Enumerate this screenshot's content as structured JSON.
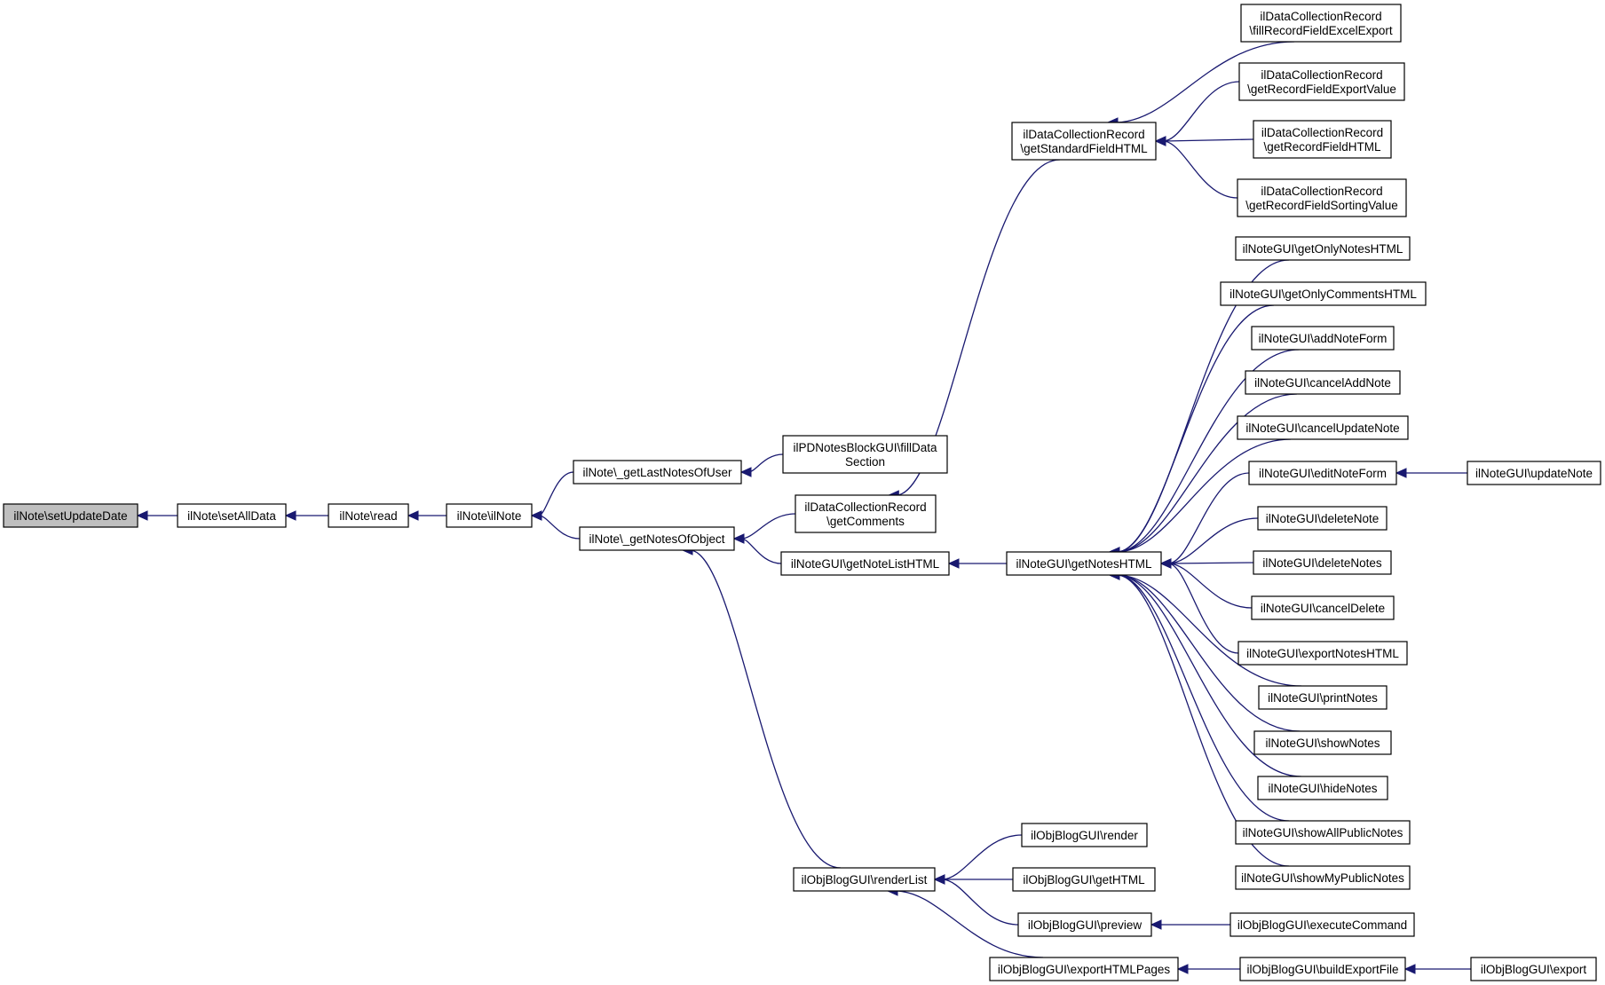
{
  "colors": {
    "edge": "#191970",
    "node_fill": "#ffffff",
    "root_fill": "#bfbfbf",
    "border": "#000000"
  },
  "nodes": [
    {
      "id": "n1",
      "lines": [
        "ilNote\\setUpdateDate"
      ],
      "root": true
    },
    {
      "id": "n2",
      "lines": [
        "ilNote\\setAllData"
      ]
    },
    {
      "id": "n3",
      "lines": [
        "ilNote\\read"
      ]
    },
    {
      "id": "n4",
      "lines": [
        "ilNote\\ilNote"
      ]
    },
    {
      "id": "n5",
      "lines": [
        "ilNote\\_getLastNotesOfUser"
      ]
    },
    {
      "id": "n6",
      "lines": [
        "ilNote\\_getNotesOfObject"
      ]
    },
    {
      "id": "n7",
      "lines": [
        "ilPDNotesBlockGUI\\fillData",
        "Section"
      ]
    },
    {
      "id": "n8",
      "lines": [
        "ilDataCollectionRecord",
        "\\getComments"
      ]
    },
    {
      "id": "n9",
      "lines": [
        "ilNoteGUI\\getNoteListHTML"
      ]
    },
    {
      "id": "n10",
      "lines": [
        "ilObjBlogGUI\\renderList"
      ]
    },
    {
      "id": "n11",
      "lines": [
        "ilDataCollectionRecord",
        "\\getStandardFieldHTML"
      ]
    },
    {
      "id": "n12",
      "lines": [
        "ilNoteGUI\\getNotesHTML"
      ]
    },
    {
      "id": "n13",
      "lines": [
        "ilObjBlogGUI\\render"
      ]
    },
    {
      "id": "n14",
      "lines": [
        "ilObjBlogGUI\\getHTML"
      ]
    },
    {
      "id": "n15",
      "lines": [
        "ilObjBlogGUI\\preview"
      ]
    },
    {
      "id": "n16",
      "lines": [
        "ilObjBlogGUI\\exportHTMLPages"
      ]
    },
    {
      "id": "n17",
      "lines": [
        "ilDataCollectionRecord",
        "\\fillRecordFieldExcelExport"
      ]
    },
    {
      "id": "n18",
      "lines": [
        "ilDataCollectionRecord",
        "\\getRecordFieldExportValue"
      ]
    },
    {
      "id": "n19",
      "lines": [
        "ilDataCollectionRecord",
        "\\getRecordFieldHTML"
      ]
    },
    {
      "id": "n20",
      "lines": [
        "ilDataCollectionRecord",
        "\\getRecordFieldSortingValue"
      ]
    },
    {
      "id": "n21",
      "lines": [
        "ilNoteGUI\\getOnlyNotesHTML"
      ]
    },
    {
      "id": "n22",
      "lines": [
        "ilNoteGUI\\getOnlyCommentsHTML"
      ]
    },
    {
      "id": "n23",
      "lines": [
        "ilNoteGUI\\addNoteForm"
      ]
    },
    {
      "id": "n24",
      "lines": [
        "ilNoteGUI\\cancelAddNote"
      ]
    },
    {
      "id": "n25",
      "lines": [
        "ilNoteGUI\\cancelUpdateNote"
      ]
    },
    {
      "id": "n26",
      "lines": [
        "ilNoteGUI\\editNoteForm"
      ]
    },
    {
      "id": "n27",
      "lines": [
        "ilNoteGUI\\deleteNote"
      ]
    },
    {
      "id": "n28",
      "lines": [
        "ilNoteGUI\\deleteNotes"
      ]
    },
    {
      "id": "n29",
      "lines": [
        "ilNoteGUI\\cancelDelete"
      ]
    },
    {
      "id": "n30",
      "lines": [
        "ilNoteGUI\\exportNotesHTML"
      ]
    },
    {
      "id": "n31",
      "lines": [
        "ilNoteGUI\\printNotes"
      ]
    },
    {
      "id": "n32",
      "lines": [
        "ilNoteGUI\\showNotes"
      ]
    },
    {
      "id": "n33",
      "lines": [
        "ilNoteGUI\\hideNotes"
      ]
    },
    {
      "id": "n34",
      "lines": [
        "ilNoteGUI\\showAllPublicNotes"
      ]
    },
    {
      "id": "n35",
      "lines": [
        "ilNoteGUI\\showMyPublicNotes"
      ]
    },
    {
      "id": "n36",
      "lines": [
        "ilNoteGUI\\updateNote"
      ]
    },
    {
      "id": "n37",
      "lines": [
        "ilObjBlogGUI\\executeCommand"
      ]
    },
    {
      "id": "n38",
      "lines": [
        "ilObjBlogGUI\\buildExportFile"
      ]
    },
    {
      "id": "n39",
      "lines": [
        "ilObjBlogGUI\\export"
      ]
    }
  ],
  "edges": [
    {
      "from": "n2",
      "to": "n1"
    },
    {
      "from": "n3",
      "to": "n2"
    },
    {
      "from": "n4",
      "to": "n3"
    },
    {
      "from": "n5",
      "to": "n4"
    },
    {
      "from": "n6",
      "to": "n4"
    },
    {
      "from": "n7",
      "to": "n5"
    },
    {
      "from": "n8",
      "to": "n6"
    },
    {
      "from": "n9",
      "to": "n6"
    },
    {
      "from": "n10",
      "to": "n6"
    },
    {
      "from": "n11",
      "to": "n8"
    },
    {
      "from": "n12",
      "to": "n9"
    },
    {
      "from": "n13",
      "to": "n10"
    },
    {
      "from": "n14",
      "to": "n10"
    },
    {
      "from": "n15",
      "to": "n10"
    },
    {
      "from": "n16",
      "to": "n10"
    },
    {
      "from": "n17",
      "to": "n11"
    },
    {
      "from": "n18",
      "to": "n11"
    },
    {
      "from": "n19",
      "to": "n11"
    },
    {
      "from": "n20",
      "to": "n11"
    },
    {
      "from": "n21",
      "to": "n12"
    },
    {
      "from": "n22",
      "to": "n12"
    },
    {
      "from": "n23",
      "to": "n12"
    },
    {
      "from": "n24",
      "to": "n12"
    },
    {
      "from": "n25",
      "to": "n12"
    },
    {
      "from": "n26",
      "to": "n12"
    },
    {
      "from": "n27",
      "to": "n12"
    },
    {
      "from": "n28",
      "to": "n12"
    },
    {
      "from": "n29",
      "to": "n12"
    },
    {
      "from": "n30",
      "to": "n12"
    },
    {
      "from": "n31",
      "to": "n12"
    },
    {
      "from": "n32",
      "to": "n12"
    },
    {
      "from": "n33",
      "to": "n12"
    },
    {
      "from": "n34",
      "to": "n12"
    },
    {
      "from": "n35",
      "to": "n12"
    },
    {
      "from": "n36",
      "to": "n26"
    },
    {
      "from": "n37",
      "to": "n15"
    },
    {
      "from": "n38",
      "to": "n16"
    },
    {
      "from": "n39",
      "to": "n38"
    }
  ]
}
